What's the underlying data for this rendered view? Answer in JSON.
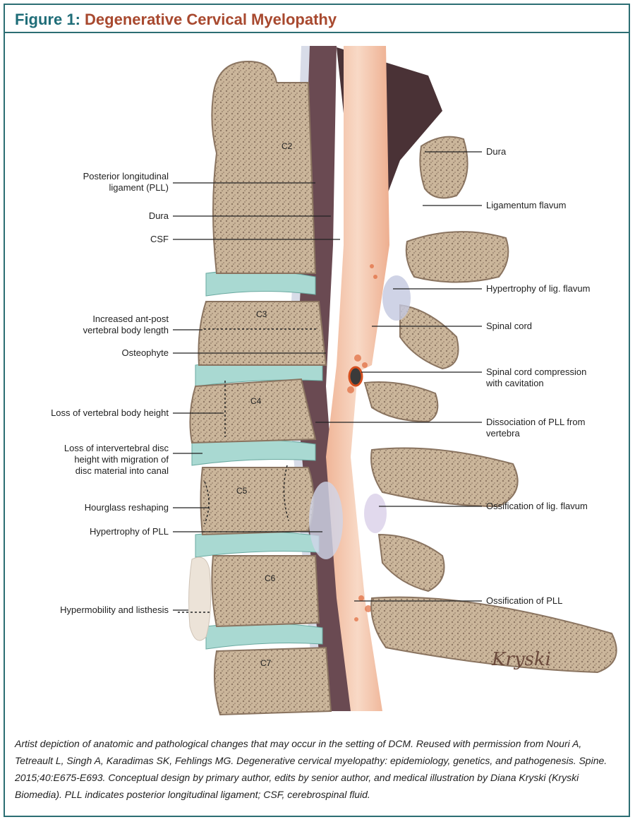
{
  "figure": {
    "number": "Figure 1:",
    "title": "Degenerative Cervical Myelopathy"
  },
  "vertebrae": [
    "C2",
    "C3",
    "C4",
    "C5",
    "C6",
    "C7"
  ],
  "left_labels": {
    "pll": "Posterior longitudinal\nligament (PLL)",
    "dura": "Dura",
    "csf": "CSF",
    "ant_post": "Increased ant-post\nvertebral body length",
    "osteophyte": "Osteophyte",
    "loss_height": "Loss of vertebral body height",
    "disc_loss": "Loss of intervertebral disc\nheight with migration of\ndisc material into canal",
    "hourglass": "Hourglass reshaping",
    "hyper_pll": "Hypertrophy of PLL",
    "hypermobility": "Hypermobility and listhesis"
  },
  "right_labels": {
    "dura": "Dura",
    "lig_flavum": "Ligamentum flavum",
    "hyper_flavum": "Hypertrophy of lig. flavum",
    "spinal_cord": "Spinal cord",
    "compression": "Spinal cord compression\nwith cavitation",
    "dissociation": "Dissociation of PLL from\nvertebra",
    "oss_flavum": "Ossification of lig. flavum",
    "oss_pll": "Ossification of PLL"
  },
  "signature": "Kryski",
  "caption": "Artist depiction of anatomic and pathological changes that may occur in the setting of DCM. Reused with permission from Nouri A, Tetreault L, Singh A, Karadimas SK, Fehlings MG. Degenerative cervical myelopathy: epidemiology, genetics, and pathogenesis. Spine. 2015;40:E675-E693. Conceptual design by primary author, edits by senior author, and medical illustration by Diana Kryski (Kryski Biomedia). PLL indicates posterior longitudinal ligament; CSF, cerebrospinal fluid.",
  "colors": {
    "border": "#2c6e73",
    "title_number": "#1f6d78",
    "title_text": "#a8492f",
    "bone": "#cfbba3",
    "disc": "#a9d9d2",
    "cord": "#f3c3a8"
  }
}
